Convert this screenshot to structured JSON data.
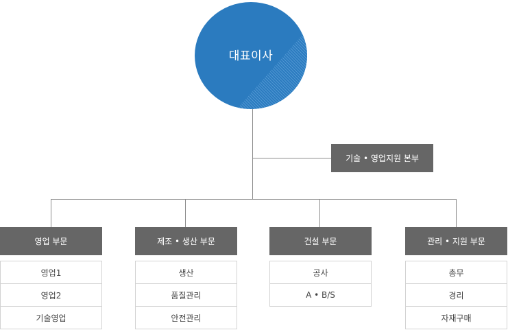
{
  "ceo": {
    "label": "대표이사",
    "color": "#2b7bbf",
    "stripe_color": "#6aaae0"
  },
  "hq": {
    "label": "기술 • 영업지원 본부"
  },
  "departments": [
    {
      "label": "영업 부문",
      "items": [
        "영업1",
        "영업2",
        "기술영업"
      ]
    },
    {
      "label": "제조 • 생산 부문",
      "items": [
        "생산",
        "품질관리",
        "안전관리"
      ]
    },
    {
      "label": "건설 부문",
      "items": [
        "공사",
        "A • B/S"
      ]
    },
    {
      "label": "관리 • 지원 부문",
      "items": [
        "총무",
        "경리",
        "자재구매"
      ]
    }
  ],
  "colors": {
    "box_fill": "#666666",
    "connector": "#8a8a8a",
    "item_border": "#d2d2d2"
  }
}
